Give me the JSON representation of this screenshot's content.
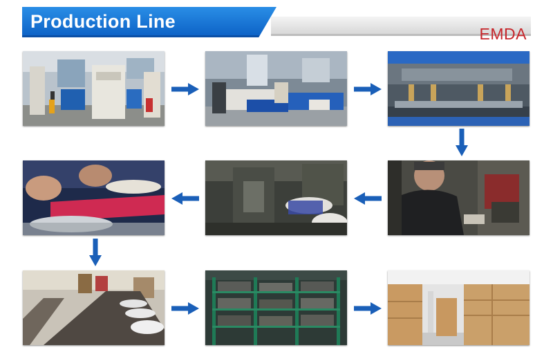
{
  "header": {
    "title": "Production Line",
    "brand": "EMDA"
  },
  "colors": {
    "banner_blue": "#0d63c7",
    "brand_red": "#c7252a",
    "arrow_blue": "#1a5fb8"
  },
  "steps": [
    {
      "scene": "stamping-press-workshop"
    },
    {
      "scene": "injection-molding-machines"
    },
    {
      "scene": "stamping-die-press"
    },
    {
      "scene": "worker-operating-press"
    },
    {
      "scene": "welding-hinge-parts"
    },
    {
      "scene": "hand-assembling-small-parts"
    },
    {
      "scene": "conveyor-belt-finished-parts"
    },
    {
      "scene": "mold-storage-racks"
    },
    {
      "scene": "cardboard-box-warehouse"
    }
  ],
  "arrows": [
    {
      "direction": "right"
    },
    {
      "direction": "right"
    },
    {
      "direction": "down"
    },
    {
      "direction": "left"
    },
    {
      "direction": "left"
    },
    {
      "direction": "down"
    },
    {
      "direction": "right"
    },
    {
      "direction": "right"
    }
  ]
}
